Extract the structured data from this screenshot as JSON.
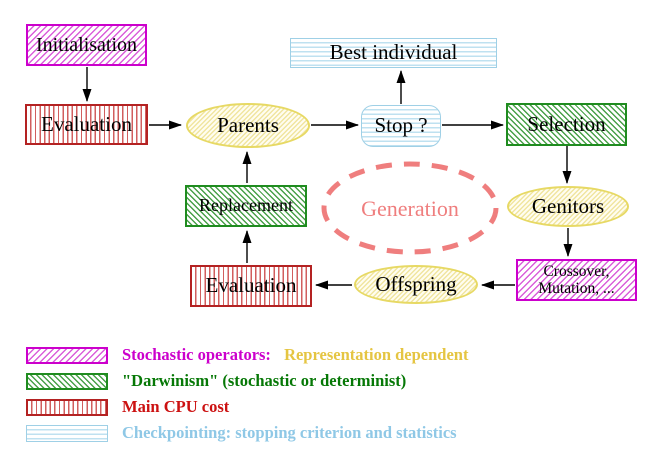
{
  "nodes": {
    "initialisation": {
      "label": "Initialisation"
    },
    "evaluation_top": {
      "label": "Evaluation"
    },
    "parents": {
      "label": "Parents"
    },
    "best_individual": {
      "label": "Best individual"
    },
    "stop": {
      "label": "Stop ?"
    },
    "selection": {
      "label": "Selection"
    },
    "genitors": {
      "label": "Genitors"
    },
    "crossover_mutation": {
      "line1": "Crossover,",
      "line2": "Mutation, ..."
    },
    "offspring": {
      "label": "Offspring"
    },
    "evaluation_bottom": {
      "label": "Evaluation"
    },
    "replacement": {
      "label": "Replacement"
    },
    "generation": {
      "label": "Generation"
    }
  },
  "edges": [
    {
      "from": "initialisation",
      "to": "evaluation_top"
    },
    {
      "from": "evaluation_top",
      "to": "parents"
    },
    {
      "from": "parents",
      "to": "stop"
    },
    {
      "from": "stop",
      "to": "best_individual"
    },
    {
      "from": "stop",
      "to": "selection"
    },
    {
      "from": "selection",
      "to": "genitors"
    },
    {
      "from": "genitors",
      "to": "crossover_mutation"
    },
    {
      "from": "crossover_mutation",
      "to": "offspring"
    },
    {
      "from": "offspring",
      "to": "evaluation_bottom"
    },
    {
      "from": "evaluation_bottom",
      "to": "replacement"
    },
    {
      "from": "replacement",
      "to": "parents"
    }
  ],
  "legend": {
    "items": [
      {
        "swatch": "magenta-diagonal-hatch",
        "label": "Stochastic operators:",
        "label2": "Representation dependent",
        "label_color": "#cc00cc",
        "label2_color": "#e5c542"
      },
      {
        "swatch": "green-diagonal-hatch",
        "label": "\"Darwinism\" (stochastic or determinist)",
        "label_color": "#067806"
      },
      {
        "swatch": "red-vertical-hatch",
        "label": "Main CPU cost",
        "label_color": "#cc1111"
      },
      {
        "swatch": "cyan-horizontal-hatch",
        "label": "Checkpointing: stopping criterion and statistics",
        "label_color": "#8fc8e6"
      }
    ]
  },
  "colors": {
    "magenta": "#cc00cc",
    "red": "#b42222",
    "green": "#1f8c1f",
    "cyan": "#9fd0e6",
    "yellow": "#e7d964",
    "salmon": "#ef7e7e",
    "arrow": "#000000",
    "background": "#ffffff"
  }
}
